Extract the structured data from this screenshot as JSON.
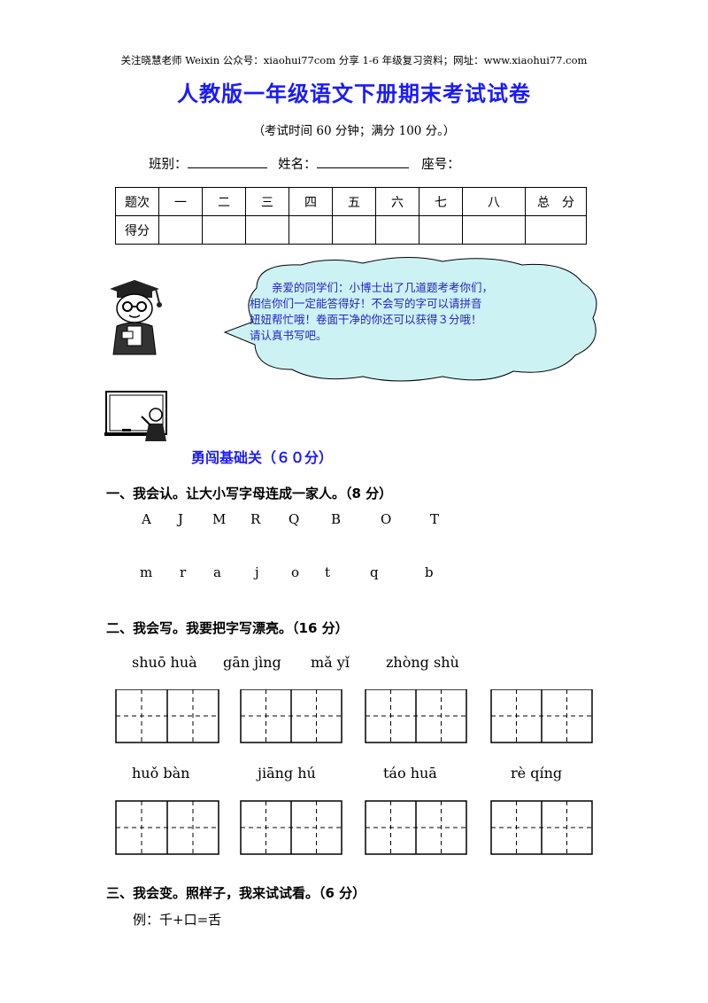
{
  "header_note": "关注晓慧老师 Weixin 公众号：xiaohui77com  分享 1-6 年级复习资料；网址：www.xiaohui77.com",
  "title": "人教版一年级语文下册期末考试试卷",
  "exam_info": "（考试时间 60 分钟；满分 100 分。）",
  "student": {
    "class_label": "班别：",
    "name_label": "姓名：",
    "seat_label": "座号："
  },
  "score_table": {
    "headers": [
      "题次",
      "一",
      "二",
      "三",
      "四",
      "五",
      "六",
      "七",
      "八",
      "总　分"
    ],
    "row_label": "得分"
  },
  "bubble_lines": [
    "　　亲爱的同学们：小博士出了几道题考考你们，",
    "相信你们一定能答得好！不会写的字可以请拼音",
    "妞妞帮忙哦！卷面干净的你还可以获得３分哦！",
    "请认真书写吧。"
  ],
  "section_title": "勇闯基础关（６０分）",
  "q1": {
    "title": "一、我会认。让大小写字母连成一家人。（8 分）",
    "upper": [
      "A",
      "J",
      "M",
      "R",
      "Q",
      "B",
      "O",
      "T"
    ],
    "lower": [
      "m",
      "r",
      "a",
      "j",
      "o",
      "t",
      "q",
      "b"
    ]
  },
  "q2": {
    "title": "二、我会写。我要把字写漂亮。（16 分）",
    "row1": [
      "shuō  huà",
      "gān  jìng",
      "mǎ  yǐ",
      "zhòng  shù"
    ],
    "row2": [
      "huǒ  bàn",
      "jiāng   hú",
      "táo   huā",
      "rè   qíng"
    ]
  },
  "q3": {
    "title": "三、我会变。照样子，我来试试看。（6 分）",
    "example": "例：千+口=舌"
  }
}
